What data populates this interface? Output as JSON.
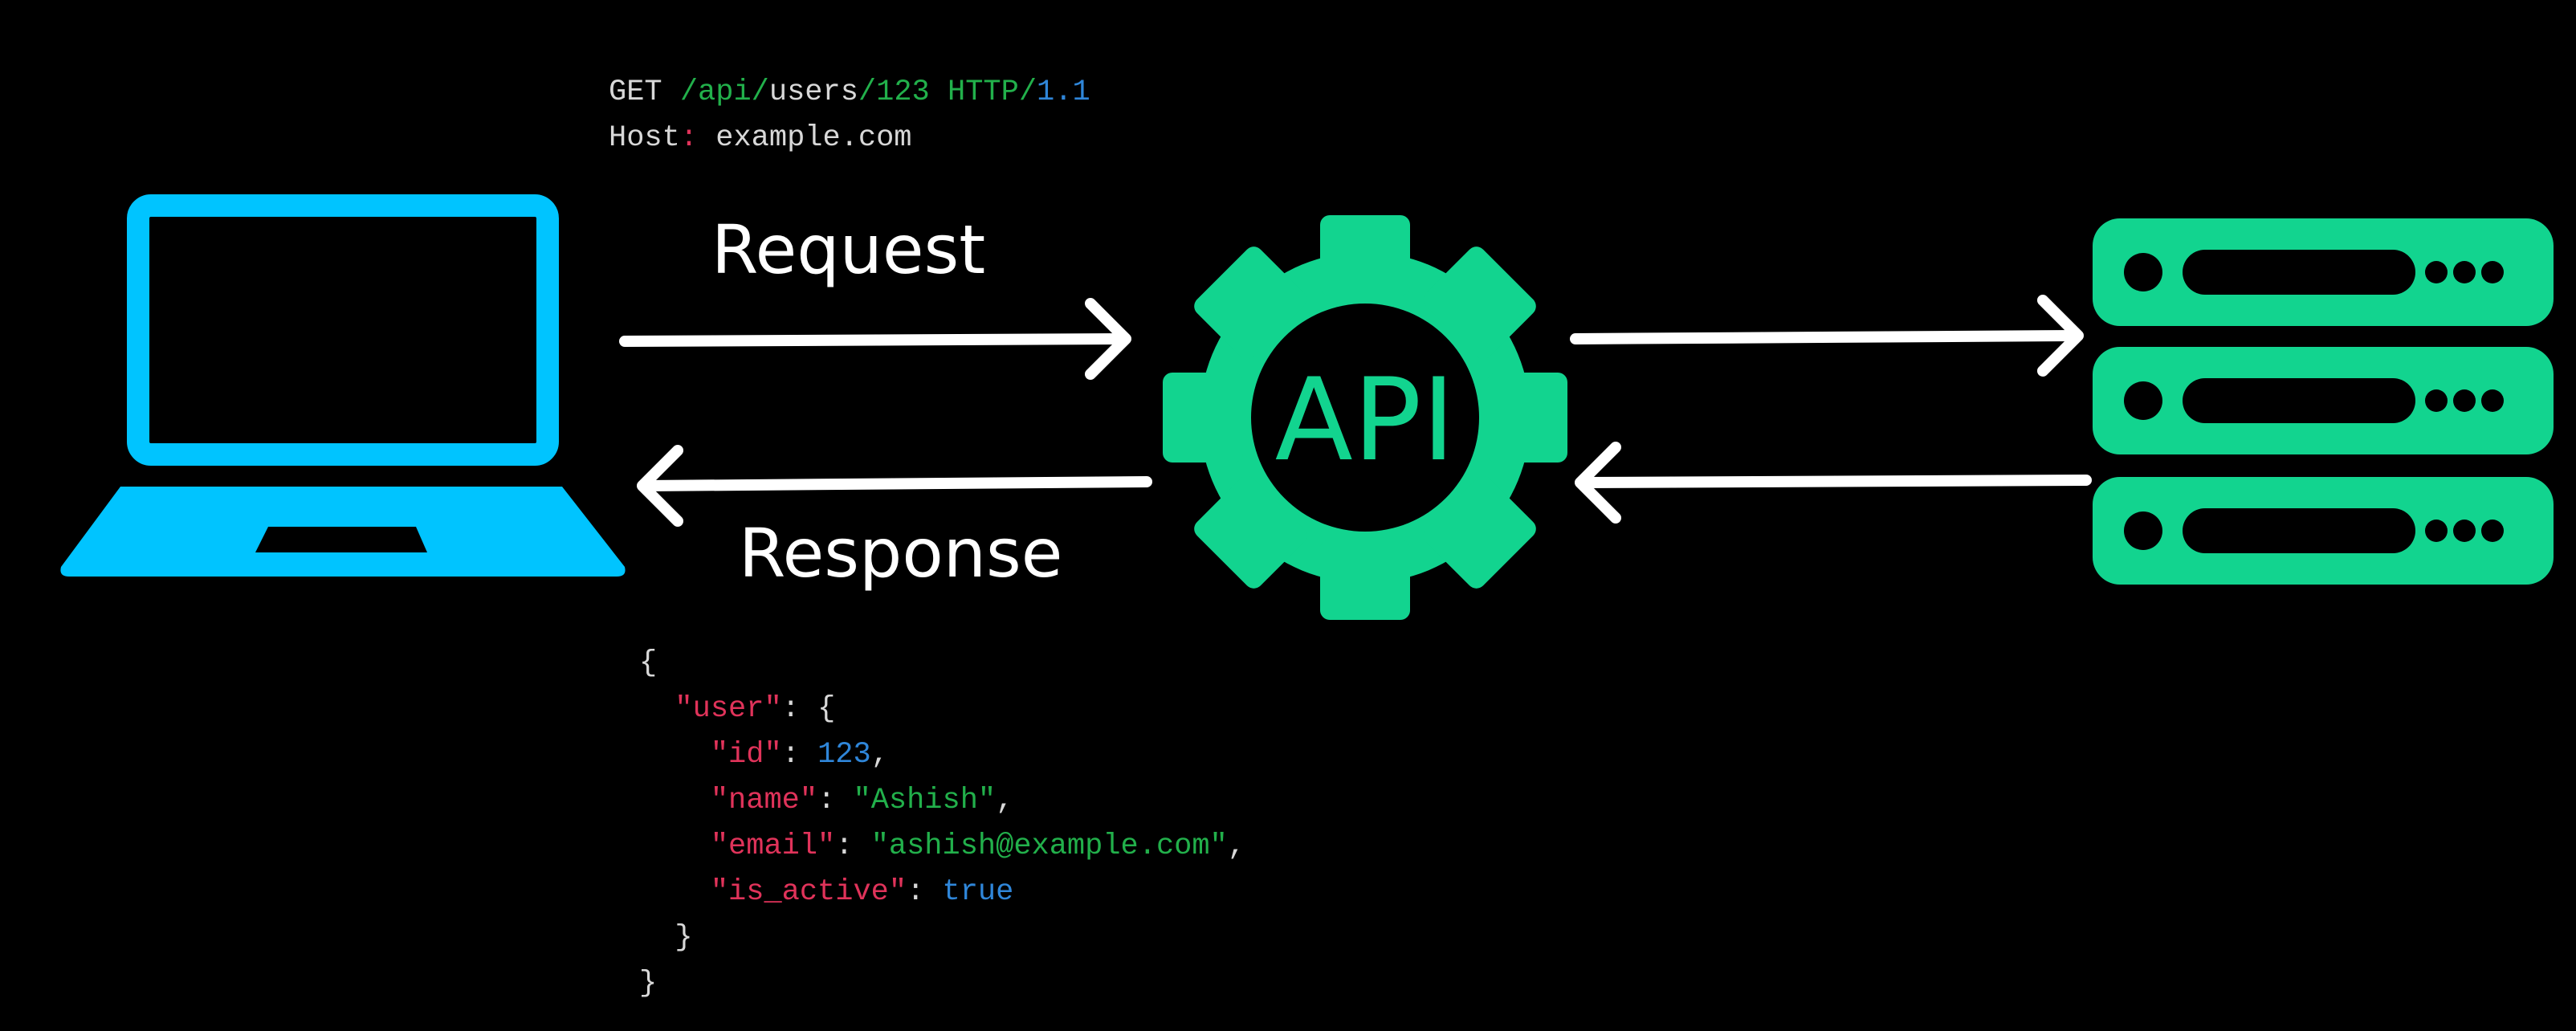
{
  "request_label": "Request",
  "response_label": "Response",
  "gear_text": "API",
  "colors": {
    "background": "#000000",
    "client": "#00c4ff",
    "api": "#12d48f",
    "server": "#12d48f",
    "arrow": "#ffffff",
    "code_plain": "#d8d8d8",
    "code_green": "#22b04b",
    "code_blue": "#2f86d9",
    "code_key": "#e0335a"
  },
  "icons": {
    "client": "laptop-icon",
    "api": "gear-icon",
    "server": "server-rack-icon"
  },
  "request_code": {
    "method": "GET ",
    "path_sep1": "/",
    "path_api": "api",
    "path_sep2": "/",
    "path_users": "users",
    "path_sep3": "/",
    "path_id": "123",
    "space": " ",
    "protocol": "HTTP",
    "proto_sep": "/",
    "version": "1.1",
    "host_key": "Host",
    "host_colon": ":",
    "host_value": " example.com"
  },
  "response_code": {
    "open_brace": "{",
    "user_key": "\"user\"",
    "user_sep": ": {",
    "id_key": "\"id\"",
    "id_sep": ": ",
    "id_value": "123",
    "id_comma": ",",
    "name_key": "\"name\"",
    "name_sep": ": ",
    "name_value": "\"Ashish\"",
    "name_comma": ",",
    "email_key": "\"email\"",
    "email_sep": ": ",
    "email_value": "\"ashish@example.com\"",
    "email_comma": ",",
    "active_key": "\"is_active\"",
    "active_sep": ": ",
    "active_value": "true",
    "inner_close": "}",
    "outer_close": "}"
  }
}
